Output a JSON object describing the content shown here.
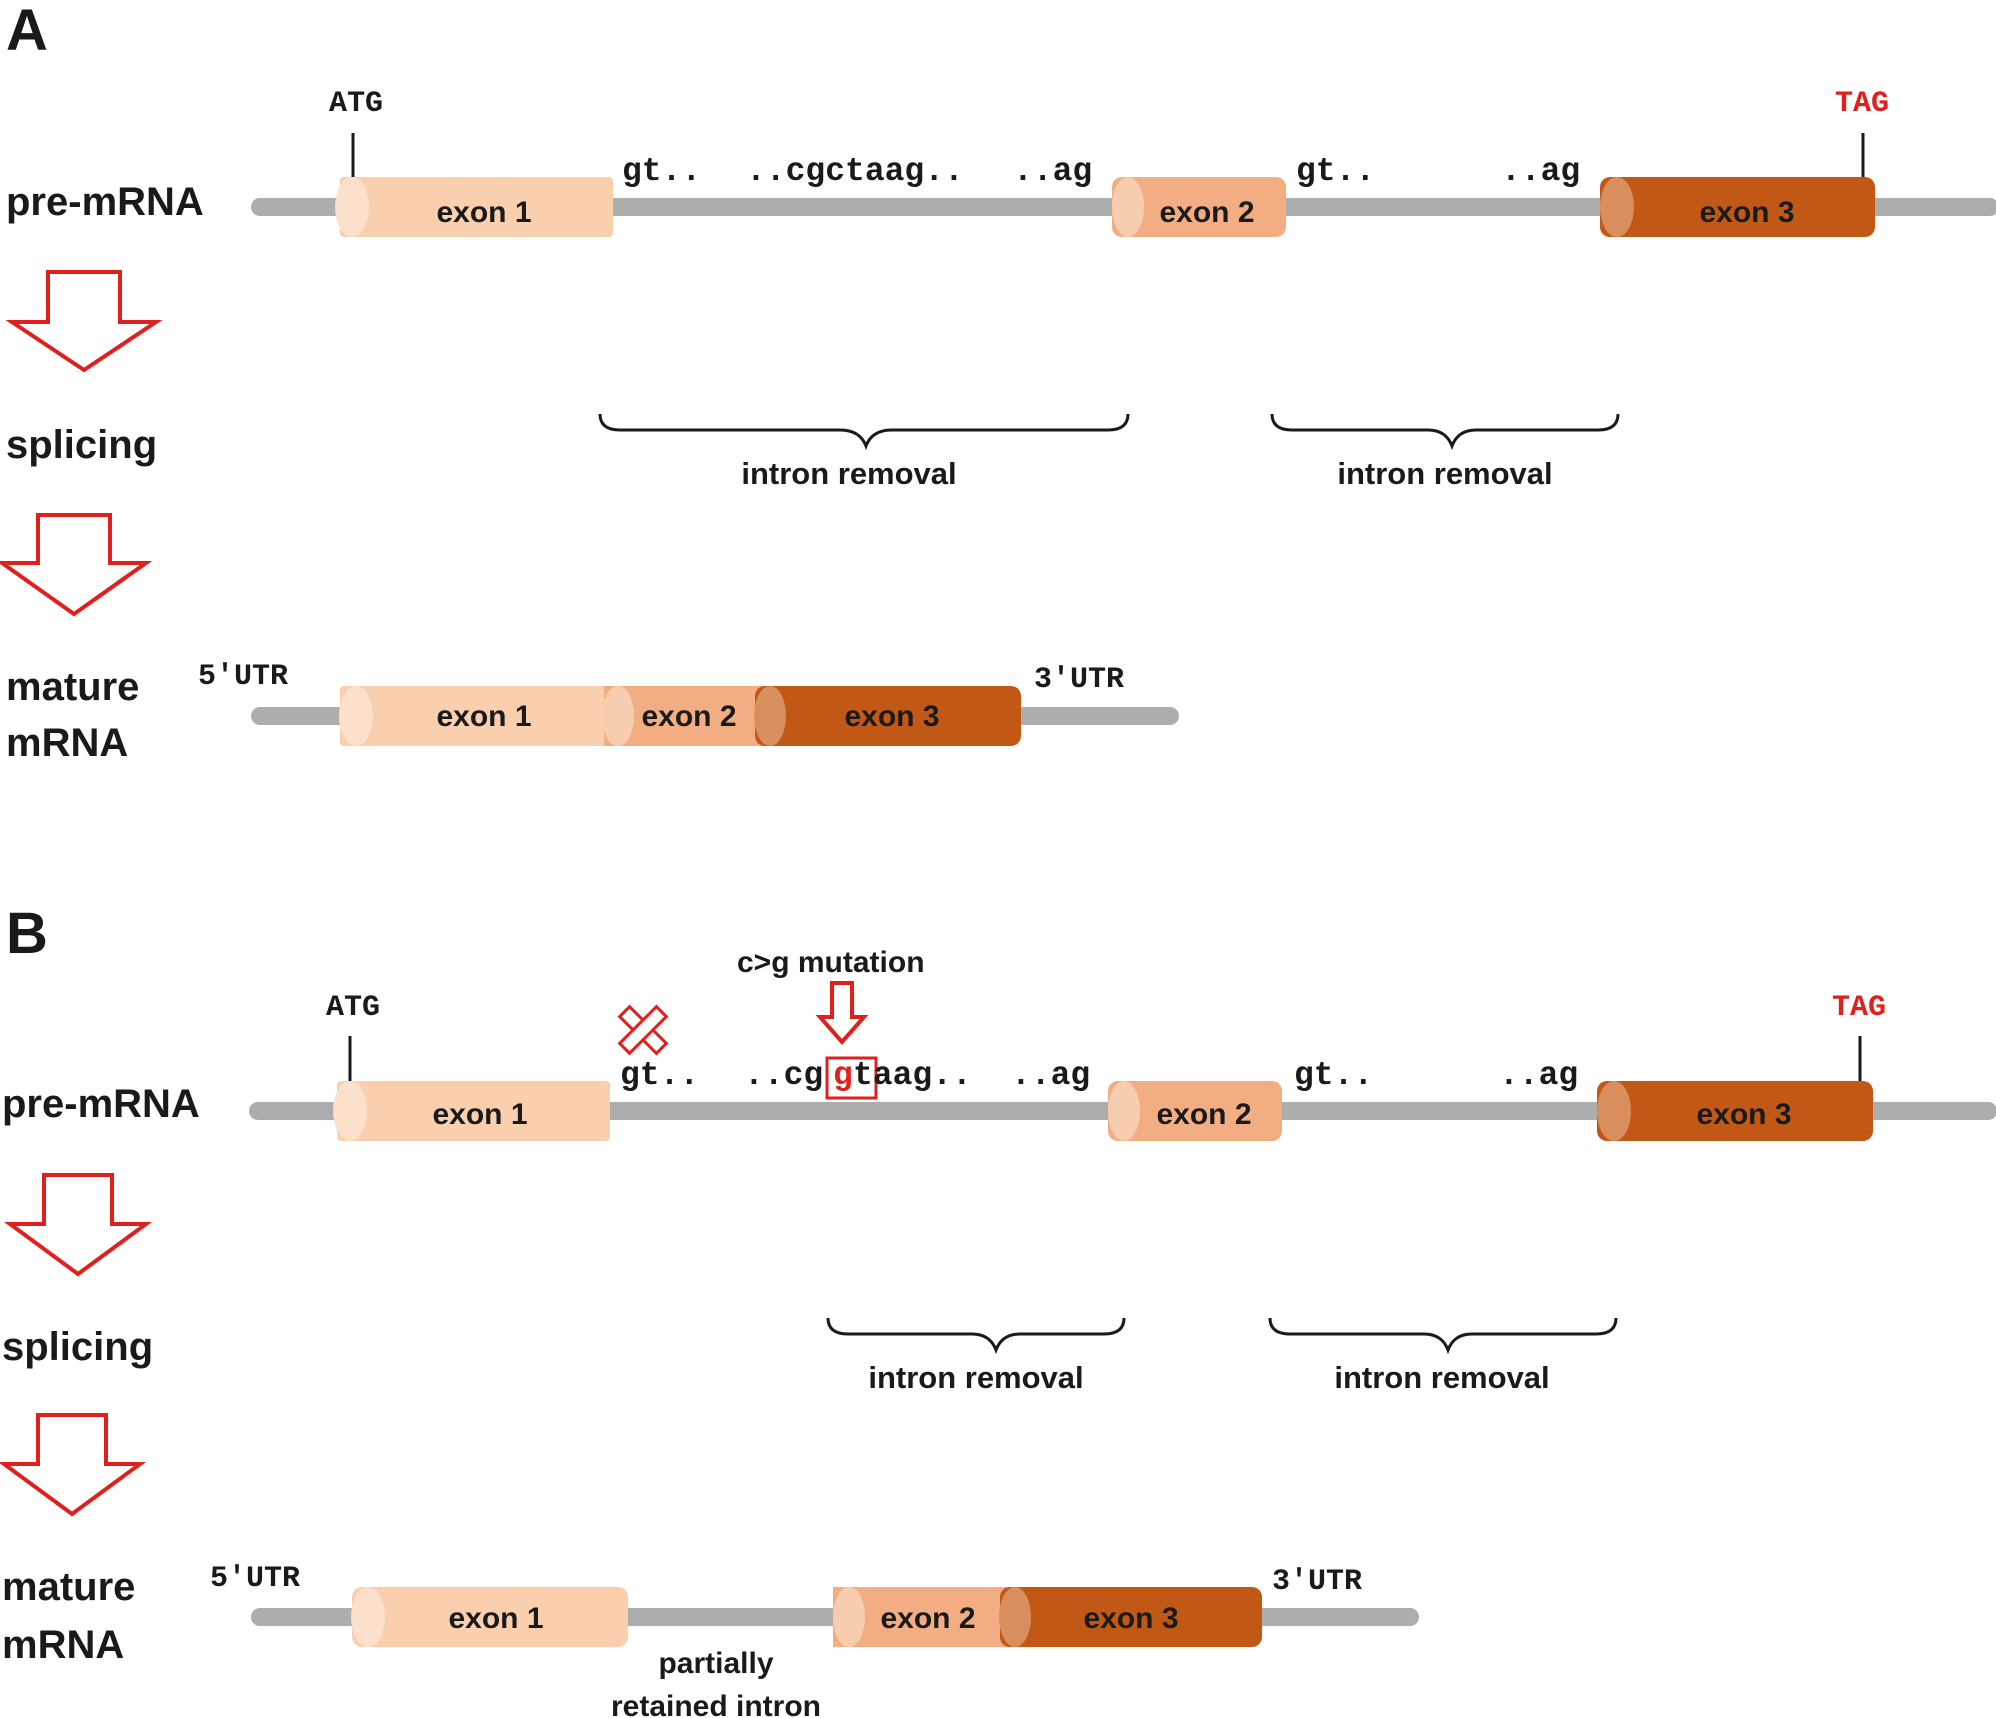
{
  "colors": {
    "exon1": "#f9cfae",
    "exon1_cap": "#fbe0cc",
    "exon2": "#f2ae82",
    "exon2_cap": "#f7cdb0",
    "exon3": "#c25815",
    "exon3_cap": "#d98e5e",
    "intron": "#adadad",
    "accent_red": "#e0201c",
    "text": "#1a1a1a"
  },
  "panel_a": {
    "label": "A",
    "steps": {
      "pre": "pre-mRNA",
      "splicing": "splicing",
      "mature_1": "mature",
      "mature_2": "mRNA"
    },
    "start_codon": "ATG",
    "stop_codon": "TAG",
    "exons": [
      "exon 1",
      "exon 2",
      "exon 3"
    ],
    "intron1_seq": {
      "donor": "gt..",
      "branch": "..cgctaag..",
      "acceptor": "..ag"
    },
    "intron2_seq": {
      "donor": "gt..",
      "acceptor": "..ag"
    },
    "intron_removal": [
      "intron removal",
      "intron removal"
    ],
    "utr5": "5'UTR",
    "utr3": "3'UTR",
    "mature_exons": [
      "exon 1",
      "exon 2",
      "exon 3"
    ]
  },
  "panel_b": {
    "label": "B",
    "steps": {
      "pre": "pre-mRNA",
      "splicing": "splicing",
      "mature_1": "mature",
      "mature_2": "mRNA"
    },
    "start_codon": "ATG",
    "stop_codon": "TAG",
    "mutation_label": "c>g  mutation",
    "exons": [
      "exon 1",
      "exon 2",
      "exon 3"
    ],
    "intron1_seq": {
      "donor": "gt..",
      "branch_pre": "..cg",
      "mutated_base": "g",
      "branch_post": "taag..",
      "acceptor": "..ag"
    },
    "intron2_seq": {
      "donor": "gt..",
      "acceptor": "..ag"
    },
    "intron_removal": [
      "intron removal",
      "intron removal"
    ],
    "utr5": "5'UTR",
    "utr3": "3'UTR",
    "mature_exons": [
      "exon 1",
      "exon 2",
      "exon 3"
    ],
    "retained_intron": [
      "partially",
      "retained intron"
    ]
  }
}
